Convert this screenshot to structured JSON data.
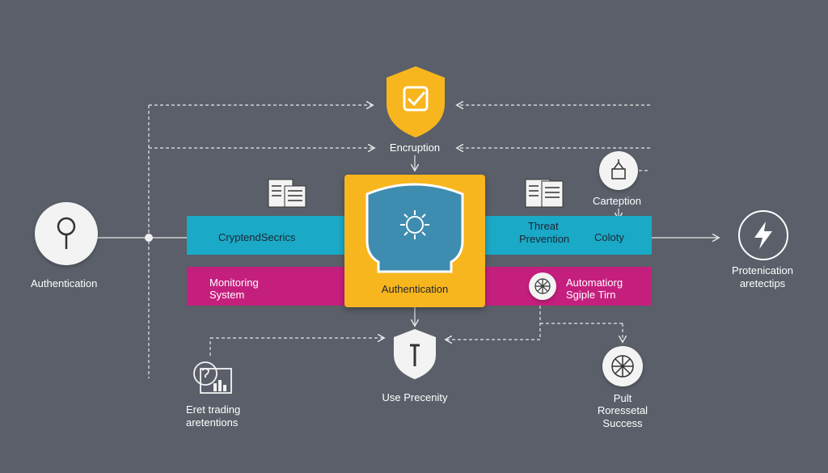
{
  "nodes": {
    "top_encryption": "Encruption",
    "left_auth": "Authentication",
    "cyan_left": "CryptendSecrics",
    "cyan_right_1": "Threat",
    "cyan_right_2": "Prevention",
    "cyan_right_3": "Coloty",
    "mag_left_1": "Monitoring",
    "mag_left_2": "System",
    "center": "Authentication",
    "mag_right_1": "Automatiorg",
    "mag_right_2": "Sgiple Tirn",
    "carteption": "Carteption",
    "right_1": "Protenication",
    "right_2": "aretectips",
    "bottom_center": "Use Precenity",
    "bottom_left_1": "Eret trading",
    "bottom_left_2": "aretentions",
    "bottom_right_1": "Pult",
    "bottom_right_2": "Roressetal",
    "bottom_right_3": "Success"
  },
  "colors": {
    "background": "#5a5f69",
    "accent_yellow": "#f7b51e",
    "accent_cyan": "#1aa9c7",
    "accent_magenta": "#c51f7e",
    "shield_blue": "#3e8cb0"
  },
  "icons": [
    "key-icon",
    "shield-check-icon",
    "document-icon",
    "shield-gear-icon",
    "lightning-icon",
    "shield-key-icon",
    "question-chart-icon",
    "globe-icon",
    "router-icon"
  ]
}
